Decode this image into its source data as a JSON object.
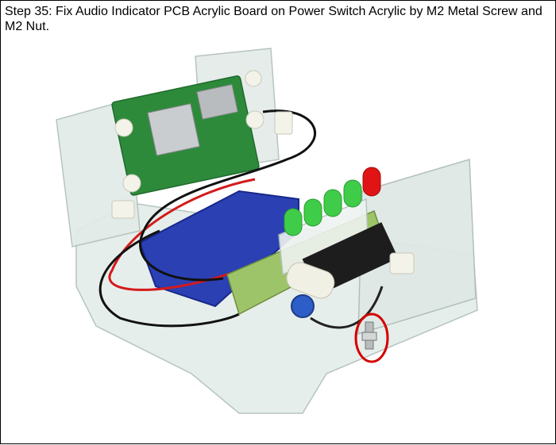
{
  "caption": "Step 35: Fix Audio Indicator PCB Acrylic Board on Power Switch Acrylic by M2 Metal Screw and M2 Nut.",
  "colors": {
    "acrylic": "#e4ece9",
    "pcb_green": "#2f8a3c",
    "battery_blue": "#2a3fb0",
    "led_green": "#3fd04a",
    "led_red": "#e01010",
    "wire_red": "#d41a1a",
    "wire_black": "#111111",
    "highlight_circle": "#d40000"
  },
  "icons": [
    "speaker-kit-photo",
    "highlight-circle"
  ]
}
